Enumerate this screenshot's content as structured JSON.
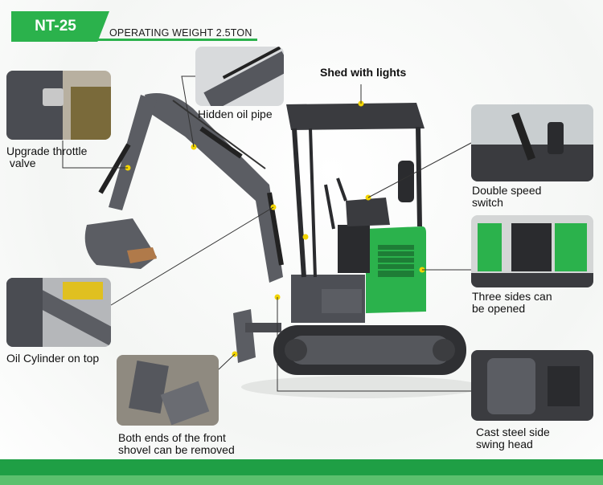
{
  "header": {
    "model": "NT-25",
    "subtitle": "OPERATING WEIGHT 2.5TON"
  },
  "features": {
    "throttle": {
      "line1": "Upgrade throttle",
      "line2": " valve"
    },
    "oil_pipe": "Hidden oil pipe",
    "shed": "Shed with lights",
    "speed": {
      "line1": "Double speed",
      "line2": "switch"
    },
    "sides": {
      "line1": "Three sides can",
      "line2": "be opened"
    },
    "cylinder": "Oil Cylinder on top",
    "shovel": {
      "line1": "Both ends of the front",
      "line2": "shovel can be removed"
    },
    "swing": {
      "line1": "Cast steel side",
      "line2": "swing head"
    }
  },
  "colors": {
    "brand_green": "#2bb24c",
    "machine_grey": "#5b5d63",
    "marker_yellow": "#f2d400"
  }
}
